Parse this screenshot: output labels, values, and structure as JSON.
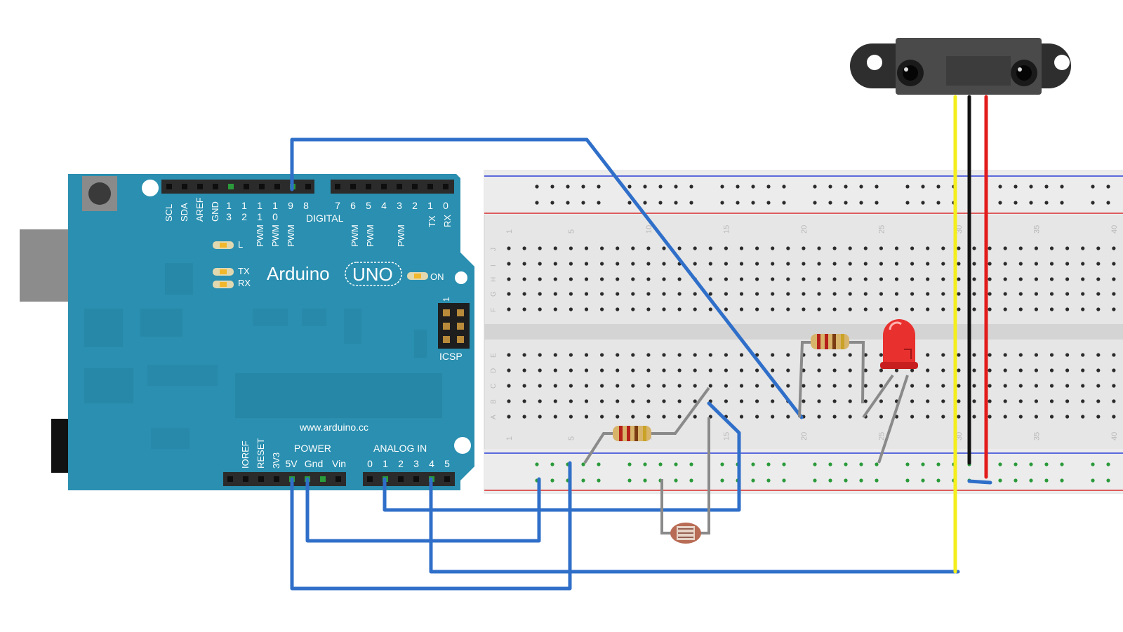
{
  "arduino": {
    "brand": "Arduino",
    "model": "UNO",
    "website": "www.arduino.cc",
    "led_l": "L",
    "led_tx": "TX",
    "led_rx": "RX",
    "led_on": "ON",
    "icsp": "ICSP",
    "icsp_pin1": "1",
    "digital_header": "DIGITAL",
    "power_header": "POWER",
    "analog_header": "ANALOG IN",
    "top_pin_labels": [
      "SCL",
      "SDA",
      "AREF",
      "GND"
    ],
    "digital_pins_left": [
      "1\n3",
      "1\n2",
      "1\n1",
      "1\n0",
      "9",
      "8"
    ],
    "digital_pins_right": [
      "7",
      "6",
      "5",
      "4",
      "3",
      "2",
      "1",
      "0"
    ],
    "pwm_label": "PWM",
    "tx_pin": "TX",
    "rx_pin": "RX",
    "power_pins_vertical": [
      "IOREF",
      "RESET",
      "3V3"
    ],
    "power_pins": [
      "5V",
      "Gnd",
      "Vin"
    ],
    "analog_pins": [
      "0",
      "1",
      "2",
      "3",
      "4",
      "5"
    ]
  },
  "breadboard": {
    "row_letters_top": [
      "J",
      "I",
      "H",
      "G",
      "F"
    ],
    "row_letters_bottom": [
      "E",
      "D",
      "C",
      "B",
      "A"
    ],
    "column_numbers": [
      "1",
      "5",
      "10",
      "15",
      "20",
      "25",
      "30",
      "35",
      "40"
    ]
  },
  "colors": {
    "board": "#2a8fb0",
    "board_dark": "#1f7796",
    "wire_blue": "#2f6fc9",
    "wire_yellow": "#f4ee1d",
    "wire_black": "#111111",
    "wire_red": "#e21b1b",
    "component_lead": "#8a8a8a",
    "led_red": "#e8312f",
    "resistor_body": "#d8b46a",
    "breadboard": "#e9e9e9",
    "rail_blue": "#2b3fd6",
    "rail_red": "#d62b2b",
    "sensor_body": "#3c3c3c"
  }
}
